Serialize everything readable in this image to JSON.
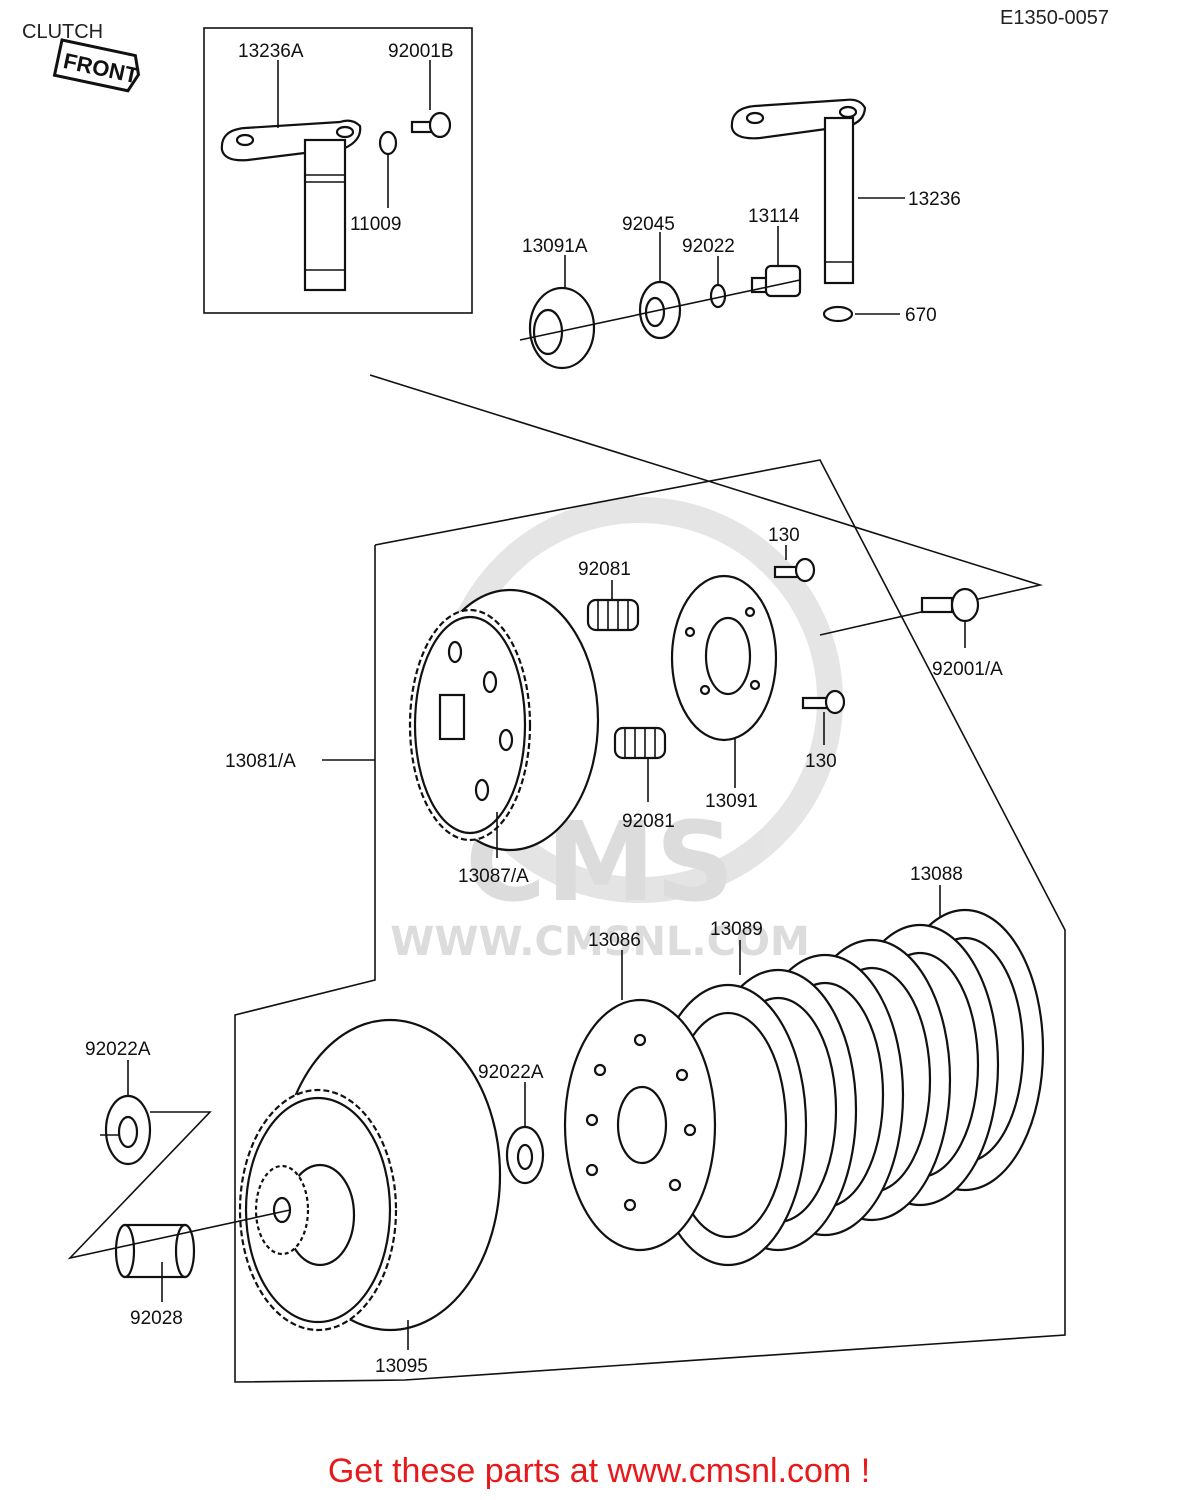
{
  "header": {
    "title": "CLUTCH",
    "code": "E1350-0057",
    "front_tag": "FRONT"
  },
  "watermark": {
    "brand": "CMS",
    "url": "WWW.CMSNL.COM"
  },
  "labels": {
    "p13236A": "13236A",
    "p92001B": "92001B",
    "p11009": "11009",
    "p13236": "13236",
    "p13091A": "13091A",
    "p92045": "92045",
    "p92022": "92022",
    "p13114": "13114",
    "p670": "670",
    "p130_top": "130",
    "p130_bottom": "130",
    "p92081_top": "92081",
    "p92081_bottom": "92081",
    "p92001A": "92001/A",
    "p13081A": "13081/A",
    "p13091": "13091",
    "p13087A": "13087/A",
    "p13088": "13088",
    "p13089": "13089",
    "p13086": "13086",
    "p92022A_left": "92022A",
    "p92022A_mid": "92022A",
    "p92028": "92028",
    "p13095": "13095"
  },
  "footer": {
    "text": "Get these parts at www.cmsnl.com !"
  }
}
